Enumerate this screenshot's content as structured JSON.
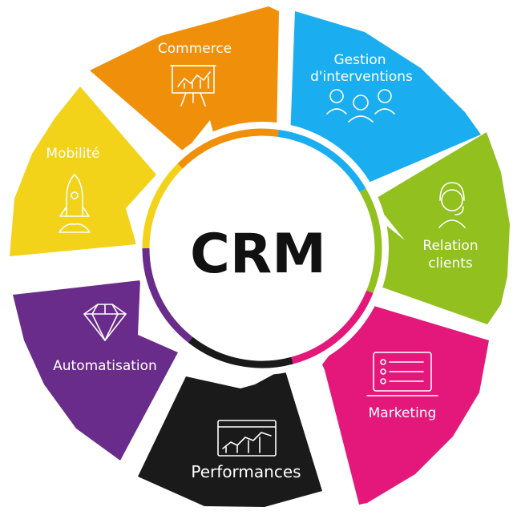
{
  "center": {
    "label": "CRM"
  },
  "segments": [
    {
      "id": "commerce",
      "lines": [
        "Commerce"
      ],
      "icon": "presentation-chart-icon",
      "color": "#F0900A"
    },
    {
      "id": "gestion",
      "lines": [
        "Gestion",
        "d'interventions"
      ],
      "icon": "team-people-icon",
      "color": "#1AAEF0"
    },
    {
      "id": "relation",
      "lines": [
        "Relation",
        "clients"
      ],
      "icon": "headset-agent-icon",
      "color": "#92C01F"
    },
    {
      "id": "marketing",
      "lines": [
        "Marketing"
      ],
      "icon": "laptop-checklist-icon",
      "color": "#E4187A"
    },
    {
      "id": "performances",
      "lines": [
        "Performances"
      ],
      "icon": "dashboard-graph-icon",
      "color": "#1A1A1A"
    },
    {
      "id": "automatisation",
      "lines": [
        "Automatisation"
      ],
      "icon": "diamond-icon",
      "color": "#6A2C8A"
    },
    {
      "id": "mobilite",
      "lines": [
        "Mobilité"
      ],
      "icon": "rocket-icon",
      "color": "#F2D319"
    }
  ]
}
